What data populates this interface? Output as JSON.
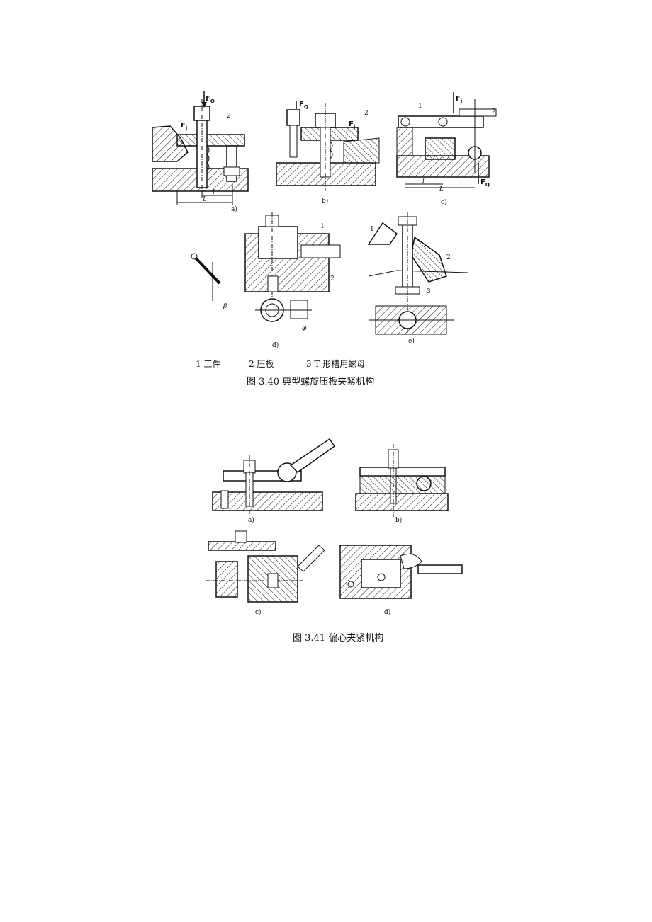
{
  "fig340": {
    "panel_labels": [
      "a)",
      "b)",
      "c)",
      "d)",
      "e)"
    ],
    "symbols": {
      "fq": "F",
      "fq_sub": "Q",
      "fj": "F",
      "fj_sub": "j",
      "l_small": "l",
      "l_big": "L",
      "beta": "β",
      "phi": "φ"
    },
    "callouts": [
      "1",
      "2",
      "3"
    ],
    "legend": [
      {
        "num": "1",
        "text": "工件"
      },
      {
        "num": "2",
        "text": "压板"
      },
      {
        "num": "3",
        "text": "T 形槽用螺母"
      }
    ],
    "caption": "图  3.40  典型螺旋压板夹紧机构"
  },
  "fig341": {
    "panel_labels": [
      "a)",
      "b)",
      "c)",
      "d)"
    ],
    "caption": "图  3.41  偏心夹紧机构"
  }
}
